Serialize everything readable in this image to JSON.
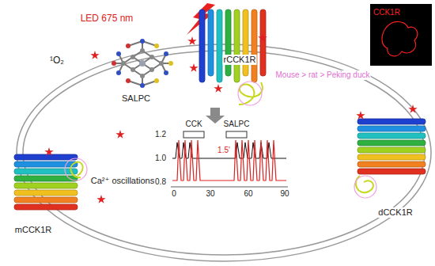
{
  "diagram": {
    "nodes": [
      {
        "text": [
          "CCK1R"
        ]
      }
    ],
    "labels": [
      "LED 675 nm",
      "¹O₂",
      "SALPC",
      "rCCK1R",
      "Mouse > rat > Peking duck",
      "mCCK1R",
      "dCCK1R",
      "CCK",
      "SALPC",
      "1.2",
      "1.5'",
      "1.0",
      "Ca²⁺ oscillations",
      "0.8",
      "0",
      "30",
      "60",
      "90"
    ]
  }
}
